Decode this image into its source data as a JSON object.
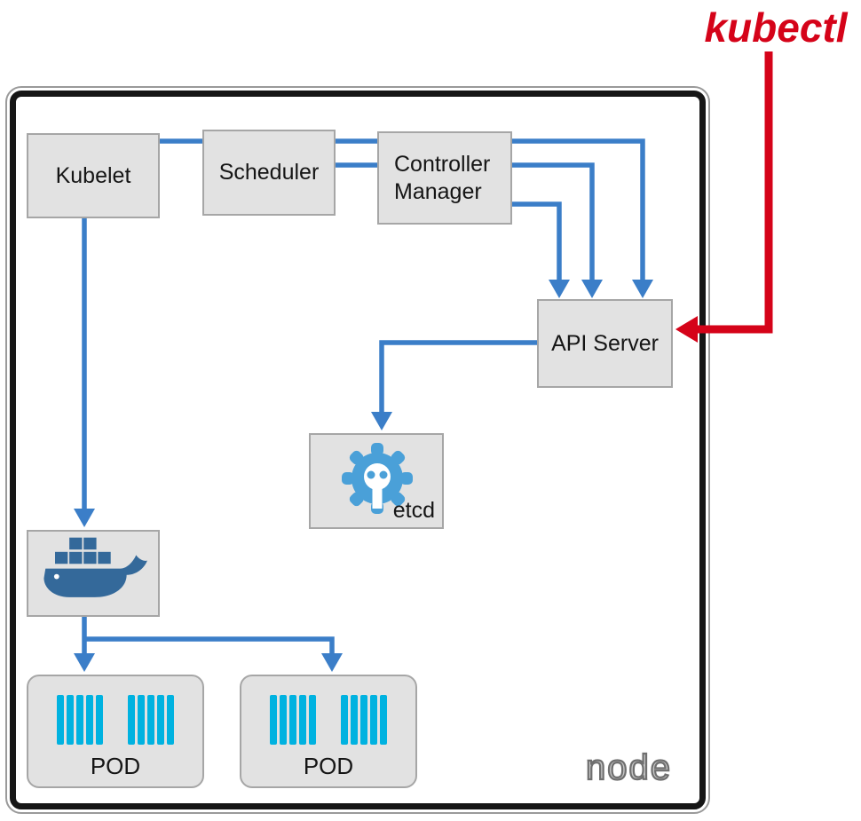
{
  "kubectl_label": "kubectl",
  "node": {
    "label": "node",
    "boxes": {
      "kubelet": {
        "label": "Kubelet"
      },
      "scheduler": {
        "label": "Scheduler"
      },
      "controller_manager": {
        "label": "Controller Manager"
      },
      "api_server": {
        "label": "API Server"
      },
      "etcd": {
        "label": "etcd"
      },
      "pod1": {
        "label": "POD"
      },
      "pod2": {
        "label": "POD"
      }
    }
  },
  "edges": [
    {
      "from": "kubectl",
      "to": "api-server",
      "style": "red-arrow"
    },
    {
      "from": "kubelet",
      "to": "api-server",
      "style": "blue-arrow"
    },
    {
      "from": "scheduler",
      "to": "api-server",
      "style": "blue-arrow"
    },
    {
      "from": "controller-manager",
      "to": "api-server",
      "style": "blue-arrow"
    },
    {
      "from": "api-server",
      "to": "etcd",
      "style": "blue-arrow"
    },
    {
      "from": "kubelet",
      "to": "docker",
      "style": "blue-arrow"
    },
    {
      "from": "docker",
      "to": "pod1",
      "style": "blue-arrow"
    },
    {
      "from": "docker",
      "to": "pod2",
      "style": "blue-arrow"
    }
  ],
  "colors": {
    "arrow_blue": "#3b7ec8",
    "kubectl_red": "#d50319",
    "container_cyan": "#00b2e0",
    "box_fill": "#e2e2e2",
    "box_border": "#a6a6a6",
    "docker_blue": "#34699a",
    "etcd_blue": "#4aa0d8"
  }
}
